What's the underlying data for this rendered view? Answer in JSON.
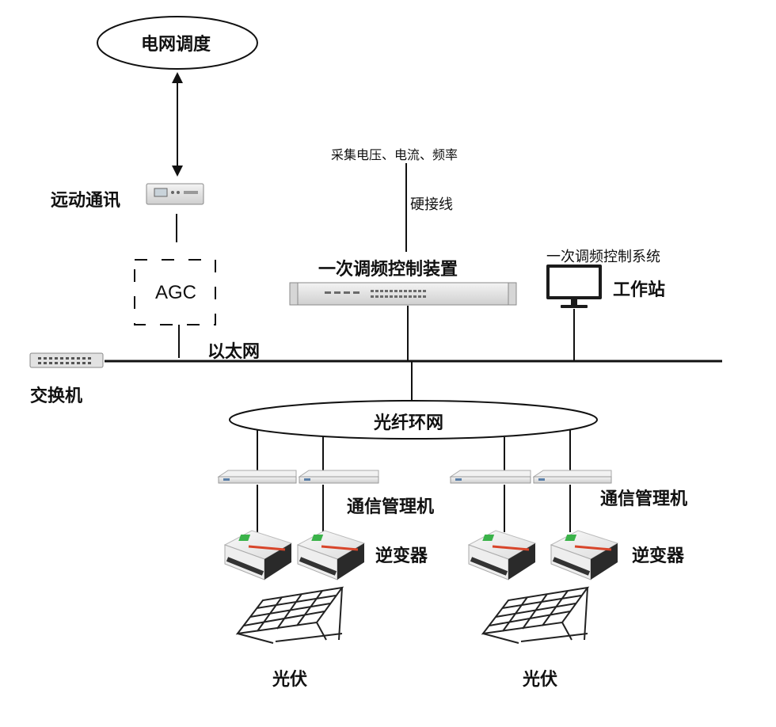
{
  "nodes": {
    "dispatch": "电网调度",
    "remote_comm": "远动通讯",
    "agc": "AGC",
    "collect": "采集电压、电流、频率",
    "hardwire": "硬接线",
    "controller": "一次调频控制装置",
    "system_name": "一次调频控制系统",
    "workstation": "工作站",
    "ethernet": "以太网",
    "switch": "交换机",
    "fiber_ring": "光纤环网",
    "comm_manager_left": "通信管理机",
    "comm_manager_right": "通信管理机",
    "inverter_left": "逆变器",
    "inverter_right": "逆变器",
    "pv_left": "光伏",
    "pv_right": "光伏"
  },
  "colors": {
    "line": "#111111",
    "device_light": "#e9e9e9",
    "device_dark": "#2a2a2a",
    "inverter_orange": "#d8452a",
    "screen_green": "#3bb34a"
  },
  "icons": [
    "rack-device-icon",
    "switch-icon",
    "monitor-icon",
    "inverter-icon",
    "solar-panel-icon"
  ]
}
